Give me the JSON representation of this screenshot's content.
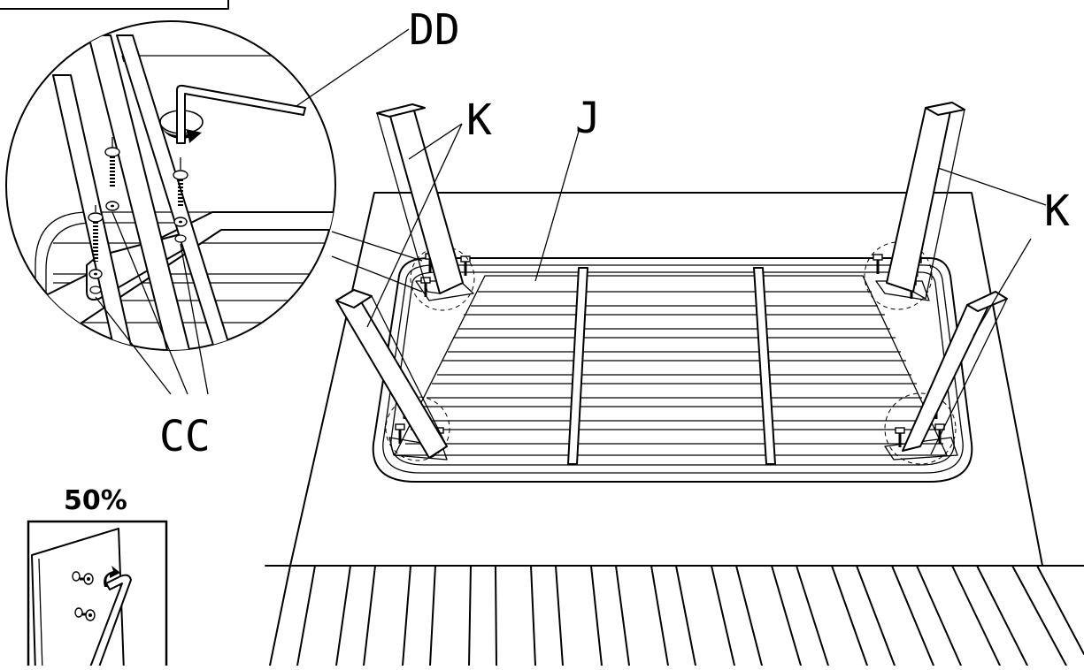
{
  "labels": {
    "wrench": "DD",
    "leg_left": "K",
    "tabletop": "J",
    "leg_right": "K",
    "screws": "CC"
  },
  "inset_scale": "50%"
}
